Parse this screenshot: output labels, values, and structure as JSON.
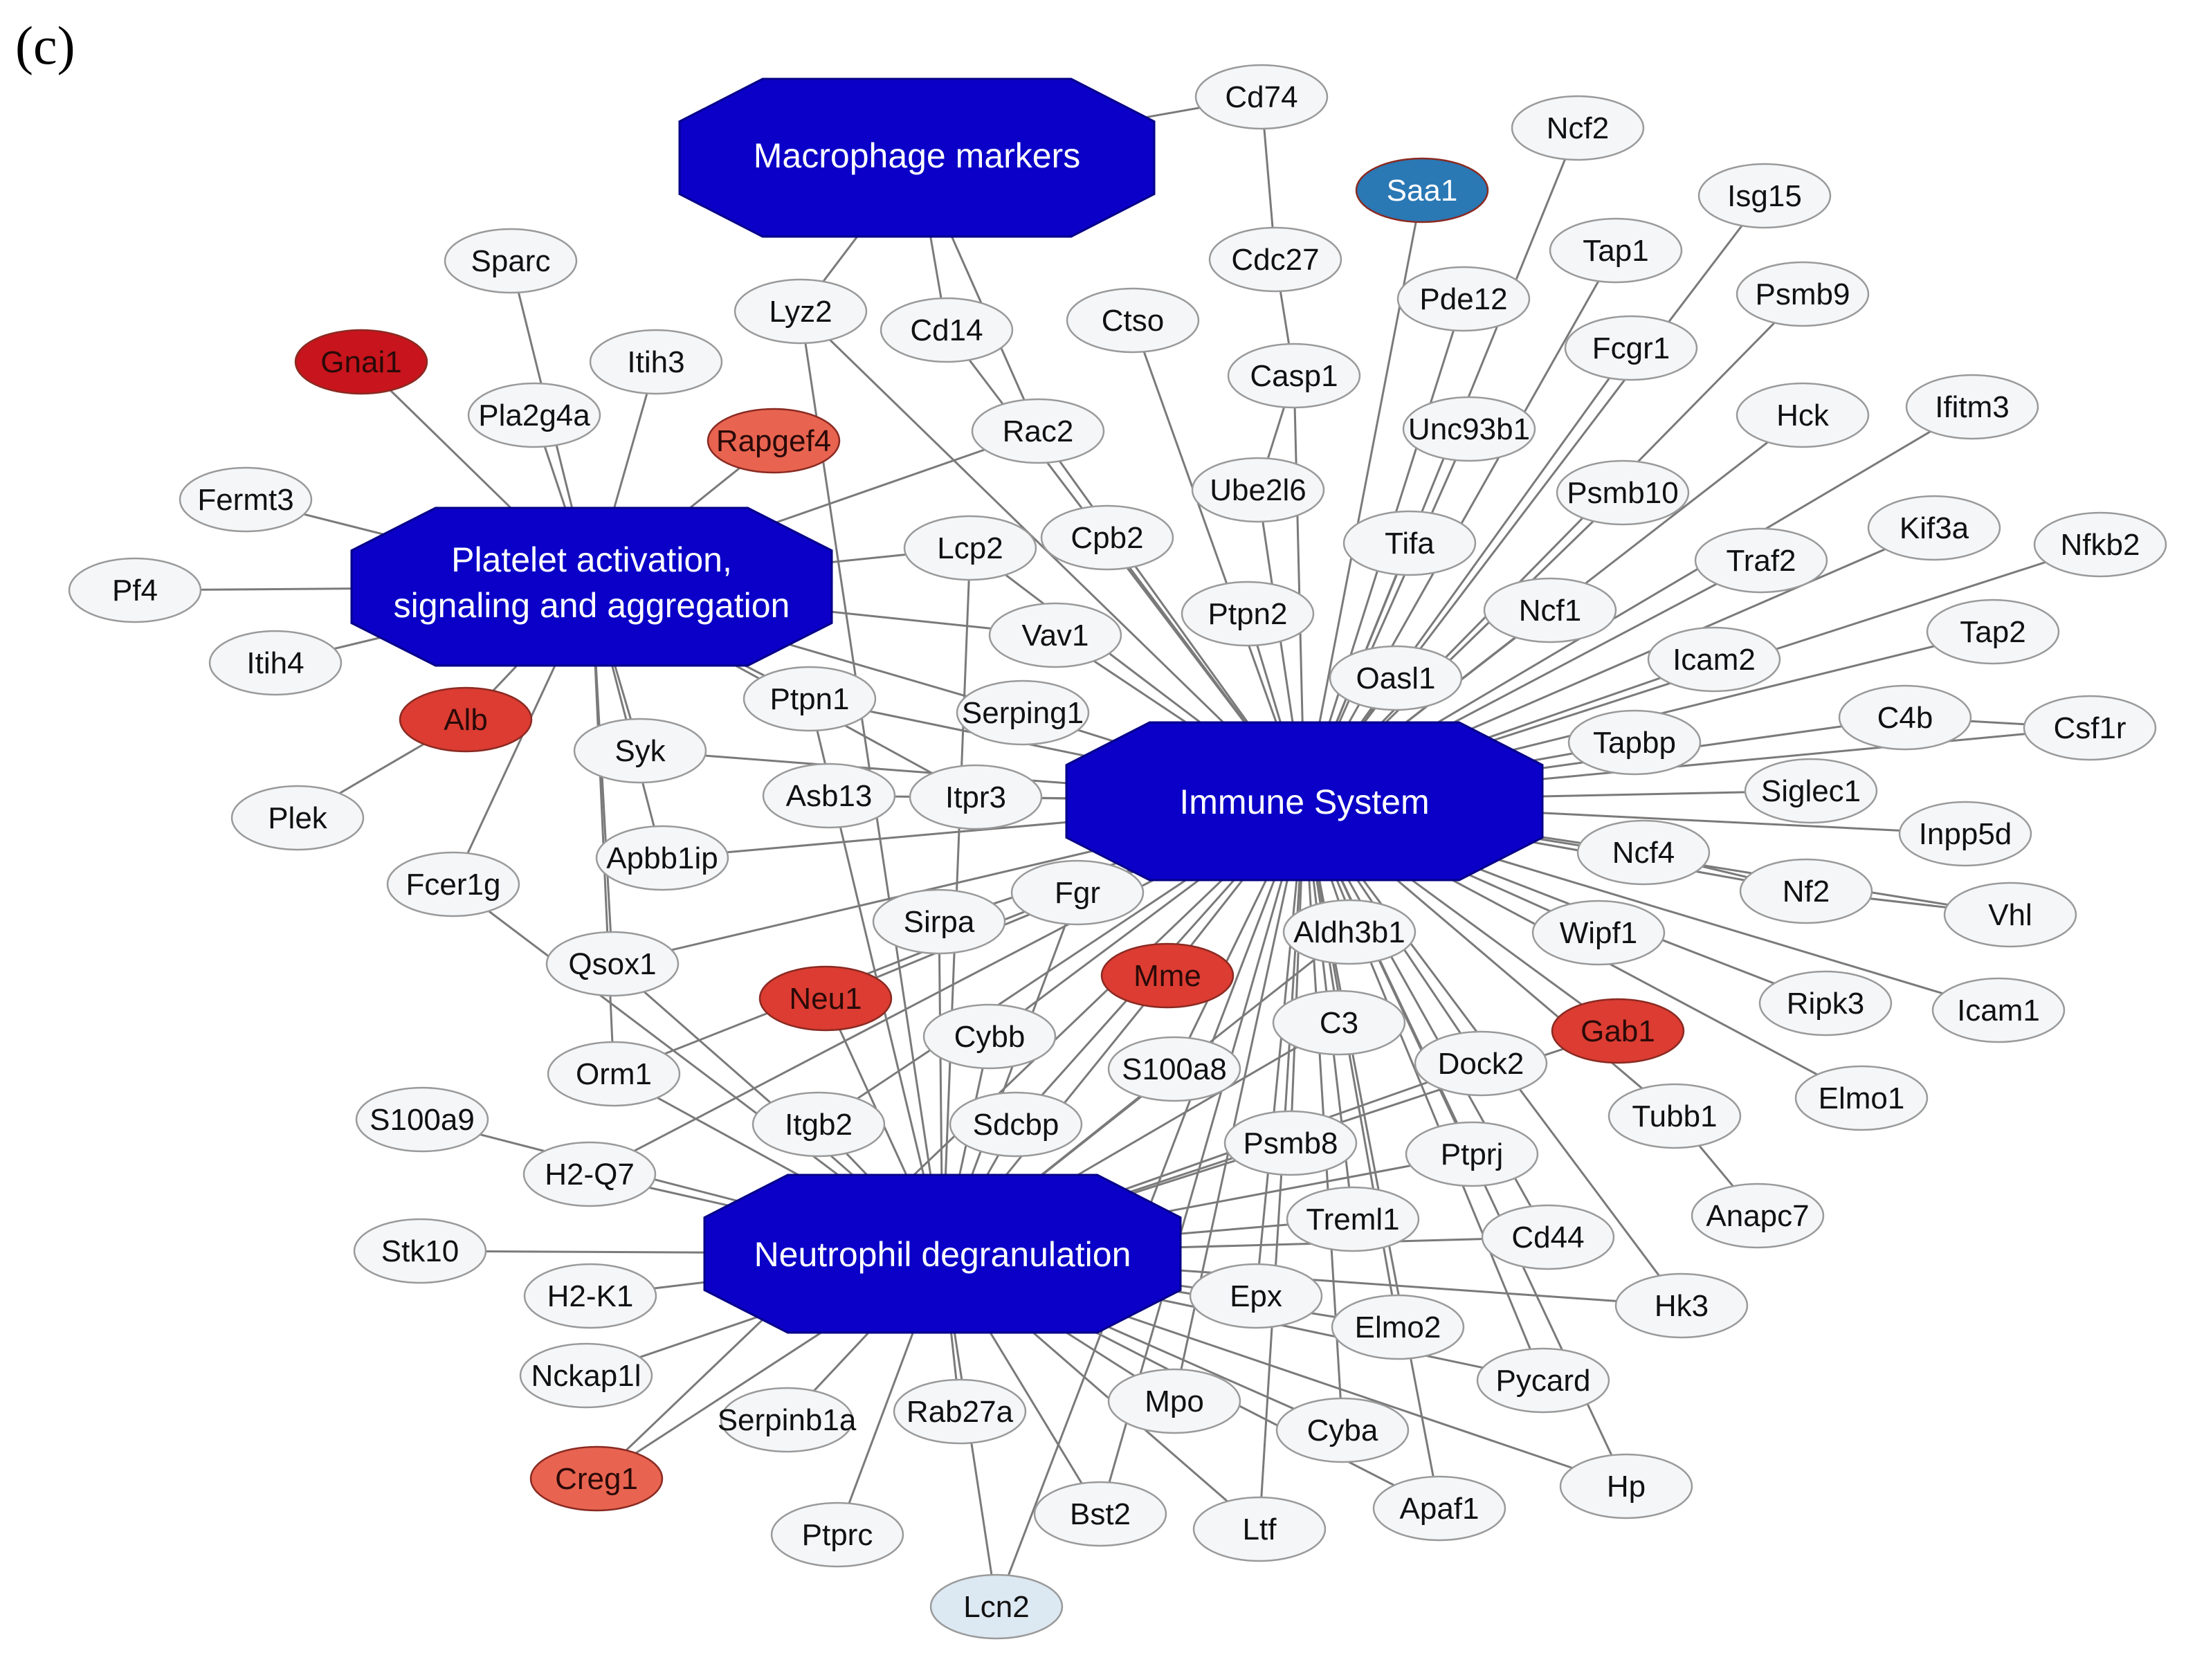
{
  "panel_label": "(c)",
  "colors": {
    "hub_fill": "#0a00c8",
    "hub_text": "#ffffff",
    "edge": "#7a7a7a",
    "node_default": "#f4f6f8",
    "node_border": "#9a9a9a",
    "dark_red": "#c8141c",
    "red": "#dc3c32",
    "salmon": "#e86450",
    "steel_blue": "#2a78b4",
    "light_blue": "#dce8f2"
  },
  "hubs": [
    {
      "id": "macro",
      "label": "Macrophage markers"
    },
    {
      "id": "platelet",
      "label": "Platelet activation, signaling and aggregation"
    },
    {
      "id": "immune",
      "label": "Immune System"
    },
    {
      "id": "neutro",
      "label": "Neutrophil degranulation"
    }
  ],
  "genes": [
    {
      "id": "Cd74",
      "label": "Cd74",
      "color": "default"
    },
    {
      "id": "Ncf2",
      "label": "Ncf2",
      "color": "default"
    },
    {
      "id": "Saa1",
      "label": "Saa1",
      "color": "steel_blue"
    },
    {
      "id": "Isg15",
      "label": "Isg15",
      "color": "default"
    },
    {
      "id": "Tap1",
      "label": "Tap1",
      "color": "default"
    },
    {
      "id": "Cdc27",
      "label": "Cdc27",
      "color": "default"
    },
    {
      "id": "Pde12",
      "label": "Pde12",
      "color": "default"
    },
    {
      "id": "Psmb9",
      "label": "Psmb9",
      "color": "default"
    },
    {
      "id": "Sparc",
      "label": "Sparc",
      "color": "default"
    },
    {
      "id": "Fcgr1",
      "label": "Fcgr1",
      "color": "default"
    },
    {
      "id": "Lyz2",
      "label": "Lyz2",
      "color": "default"
    },
    {
      "id": "Ctso",
      "label": "Ctso",
      "color": "default"
    },
    {
      "id": "Cd14",
      "label": "Cd14",
      "color": "default"
    },
    {
      "id": "Gnai1",
      "label": "Gnai1",
      "color": "dark_red"
    },
    {
      "id": "Itih3",
      "label": "Itih3",
      "color": "default"
    },
    {
      "id": "Casp1",
      "label": "Casp1",
      "color": "default"
    },
    {
      "id": "Hck",
      "label": "Hck",
      "color": "default"
    },
    {
      "id": "Ifitm3",
      "label": "Ifitm3",
      "color": "default"
    },
    {
      "id": "Pla2g4a",
      "label": "Pla2g4a",
      "color": "default"
    },
    {
      "id": "Unc93b1",
      "label": "Unc93b1",
      "color": "default"
    },
    {
      "id": "Rac2",
      "label": "Rac2",
      "color": "default"
    },
    {
      "id": "Rapgef4",
      "label": "Rapgef4",
      "color": "salmon"
    },
    {
      "id": "Psmb10",
      "label": "Psmb10",
      "color": "default"
    },
    {
      "id": "Ube2l6",
      "label": "Ube2l6",
      "color": "default"
    },
    {
      "id": "Fermt3",
      "label": "Fermt3",
      "color": "default"
    },
    {
      "id": "Kif3a",
      "label": "Kif3a",
      "color": "default"
    },
    {
      "id": "Nfkb2",
      "label": "Nfkb2",
      "color": "default"
    },
    {
      "id": "Cpb2",
      "label": "Cpb2",
      "color": "default"
    },
    {
      "id": "Lcp2",
      "label": "Lcp2",
      "color": "default"
    },
    {
      "id": "Tifa",
      "label": "Tifa",
      "color": "default"
    },
    {
      "id": "Traf2",
      "label": "Traf2",
      "color": "default"
    },
    {
      "id": "Pf4",
      "label": "Pf4",
      "color": "default"
    },
    {
      "id": "Ncf1",
      "label": "Ncf1",
      "color": "default"
    },
    {
      "id": "Ptpn2",
      "label": "Ptpn2",
      "color": "default"
    },
    {
      "id": "Tap2",
      "label": "Tap2",
      "color": "default"
    },
    {
      "id": "Vav1",
      "label": "Vav1",
      "color": "default"
    },
    {
      "id": "Icam2",
      "label": "Icam2",
      "color": "default"
    },
    {
      "id": "Itih4",
      "label": "Itih4",
      "color": "default"
    },
    {
      "id": "Oasl1",
      "label": "Oasl1",
      "color": "default"
    },
    {
      "id": "Ptpn1",
      "label": "Ptpn1",
      "color": "default"
    },
    {
      "id": "Serping1",
      "label": "Serping1",
      "color": "default"
    },
    {
      "id": "C4b",
      "label": "C4b",
      "color": "default"
    },
    {
      "id": "Csf1r",
      "label": "Csf1r",
      "color": "default"
    },
    {
      "id": "Alb",
      "label": "Alb",
      "color": "red"
    },
    {
      "id": "Tapbp",
      "label": "Tapbp",
      "color": "default"
    },
    {
      "id": "Syk",
      "label": "Syk",
      "color": "default"
    },
    {
      "id": "Siglec1",
      "label": "Siglec1",
      "color": "default"
    },
    {
      "id": "Asb13",
      "label": "Asb13",
      "color": "default"
    },
    {
      "id": "Itpr3",
      "label": "Itpr3",
      "color": "default"
    },
    {
      "id": "Plek",
      "label": "Plek",
      "color": "default"
    },
    {
      "id": "Inpp5d",
      "label": "Inpp5d",
      "color": "default"
    },
    {
      "id": "Apbb1ip",
      "label": "Apbb1ip",
      "color": "default"
    },
    {
      "id": "Fcer1g",
      "label": "Fcer1g",
      "color": "default"
    },
    {
      "id": "Ncf4",
      "label": "Ncf4",
      "color": "default"
    },
    {
      "id": "Fgr",
      "label": "Fgr",
      "color": "default"
    },
    {
      "id": "Nf2",
      "label": "Nf2",
      "color": "default"
    },
    {
      "id": "Vhl",
      "label": "Vhl",
      "color": "default"
    },
    {
      "id": "Sirpa",
      "label": "Sirpa",
      "color": "default"
    },
    {
      "id": "Aldh3b1",
      "label": "Aldh3b1",
      "color": "default"
    },
    {
      "id": "Wipf1",
      "label": "Wipf1",
      "color": "default"
    },
    {
      "id": "Qsox1",
      "label": "Qsox1",
      "color": "default"
    },
    {
      "id": "Mme",
      "label": "Mme",
      "color": "red"
    },
    {
      "id": "Neu1",
      "label": "Neu1",
      "color": "red"
    },
    {
      "id": "Ripk3",
      "label": "Ripk3",
      "color": "default"
    },
    {
      "id": "Icam1",
      "label": "Icam1",
      "color": "default"
    },
    {
      "id": "C3",
      "label": "C3",
      "color": "default"
    },
    {
      "id": "Gab1",
      "label": "Gab1",
      "color": "red"
    },
    {
      "id": "Cybb",
      "label": "Cybb",
      "color": "default"
    },
    {
      "id": "Dock2",
      "label": "Dock2",
      "color": "default"
    },
    {
      "id": "Orm1",
      "label": "Orm1",
      "color": "default"
    },
    {
      "id": "S100a8",
      "label": "S100a8",
      "color": "default"
    },
    {
      "id": "Elmo1",
      "label": "Elmo1",
      "color": "default"
    },
    {
      "id": "S100a9",
      "label": "S100a9",
      "color": "default"
    },
    {
      "id": "Itgb2",
      "label": "Itgb2",
      "color": "default"
    },
    {
      "id": "Sdcbp",
      "label": "Sdcbp",
      "color": "default"
    },
    {
      "id": "Tubb1",
      "label": "Tubb1",
      "color": "default"
    },
    {
      "id": "Psmb8",
      "label": "Psmb8",
      "color": "default"
    },
    {
      "id": "Ptprj",
      "label": "Ptprj",
      "color": "default"
    },
    {
      "id": "H2-Q7",
      "label": "H2-Q7",
      "color": "default"
    },
    {
      "id": "Anapc7",
      "label": "Anapc7",
      "color": "default"
    },
    {
      "id": "Treml1",
      "label": "Treml1",
      "color": "default"
    },
    {
      "id": "Stk10",
      "label": "Stk10",
      "color": "default"
    },
    {
      "id": "Cd44",
      "label": "Cd44",
      "color": "default"
    },
    {
      "id": "Epx",
      "label": "Epx",
      "color": "default"
    },
    {
      "id": "H2-K1",
      "label": "H2-K1",
      "color": "default"
    },
    {
      "id": "Hk3",
      "label": "Hk3",
      "color": "default"
    },
    {
      "id": "Elmo2",
      "label": "Elmo2",
      "color": "default"
    },
    {
      "id": "Nckap1l",
      "label": "Nckap1l",
      "color": "default"
    },
    {
      "id": "Pycard",
      "label": "Pycard",
      "color": "default"
    },
    {
      "id": "Rab27a",
      "label": "Rab27a",
      "color": "default"
    },
    {
      "id": "Mpo",
      "label": "Mpo",
      "color": "default"
    },
    {
      "id": "Serpinb1a",
      "label": "Serpinb1a",
      "color": "default"
    },
    {
      "id": "Cyba",
      "label": "Cyba",
      "color": "default"
    },
    {
      "id": "Creg1",
      "label": "Creg1",
      "color": "salmon"
    },
    {
      "id": "Hp",
      "label": "Hp",
      "color": "default"
    },
    {
      "id": "Apaf1",
      "label": "Apaf1",
      "color": "default"
    },
    {
      "id": "Bst2",
      "label": "Bst2",
      "color": "default"
    },
    {
      "id": "Ptprc",
      "label": "Ptprc",
      "color": "default"
    },
    {
      "id": "Ltf",
      "label": "Ltf",
      "color": "default"
    },
    {
      "id": "Lcn2",
      "label": "Lcn2",
      "color": "light_blue"
    }
  ],
  "edges": [
    [
      "macro",
      "Cd74"
    ],
    [
      "macro",
      "Lyz2"
    ],
    [
      "macro",
      "Cd14"
    ],
    [
      "macro",
      "Rac2"
    ],
    [
      "Cd74",
      "Cdc27"
    ],
    [
      "Cdc27",
      "Casp1"
    ],
    [
      "Casp1",
      "Ube2l6"
    ],
    [
      "platelet",
      "Sparc"
    ],
    [
      "platelet",
      "Gnai1"
    ],
    [
      "platelet",
      "Itih3"
    ],
    [
      "platelet",
      "Pla2g4a"
    ],
    [
      "platelet",
      "Fermt3"
    ],
    [
      "platelet",
      "Pf4"
    ],
    [
      "platelet",
      "Itih4"
    ],
    [
      "platelet",
      "Alb"
    ],
    [
      "platelet",
      "Rapgef4"
    ],
    [
      "platelet",
      "Lcp2"
    ],
    [
      "platelet",
      "Vav1"
    ],
    [
      "platelet",
      "Ptpn1"
    ],
    [
      "platelet",
      "Serping1"
    ],
    [
      "platelet",
      "Syk"
    ],
    [
      "platelet",
      "Apbb1ip"
    ],
    [
      "platelet",
      "Fcer1g"
    ],
    [
      "platelet",
      "Qsox1"
    ],
    [
      "platelet",
      "Rac2"
    ],
    [
      "platelet",
      "Itpr3"
    ],
    [
      "platelet",
      "Orm1"
    ],
    [
      "Alb",
      "Plek"
    ],
    [
      "immune",
      "Ncf2"
    ],
    [
      "immune",
      "Saa1"
    ],
    [
      "immune",
      "Isg15"
    ],
    [
      "immune",
      "Tap1"
    ],
    [
      "immune",
      "Pde12"
    ],
    [
      "immune",
      "Psmb9"
    ],
    [
      "immune",
      "Fcgr1"
    ],
    [
      "immune",
      "Ctso"
    ],
    [
      "immune",
      "Casp1"
    ],
    [
      "immune",
      "Hck"
    ],
    [
      "immune",
      "Ifitm3"
    ],
    [
      "immune",
      "Unc93b1"
    ],
    [
      "immune",
      "Psmb10"
    ],
    [
      "immune",
      "Ube2l6"
    ],
    [
      "immune",
      "Kif3a"
    ],
    [
      "immune",
      "Nfkb2"
    ],
    [
      "immune",
      "Cpb2"
    ],
    [
      "immune",
      "Lcp2"
    ],
    [
      "immune",
      "Tifa"
    ],
    [
      "immune",
      "Traf2"
    ],
    [
      "immune",
      "Ncf1"
    ],
    [
      "immune",
      "Ptpn2"
    ],
    [
      "immune",
      "Tap2"
    ],
    [
      "immune",
      "Vav1"
    ],
    [
      "immune",
      "Icam2"
    ],
    [
      "immune",
      "Oasl1"
    ],
    [
      "immune",
      "Serping1"
    ],
    [
      "immune",
      "C4b"
    ],
    [
      "immune",
      "Csf1r"
    ],
    [
      "immune",
      "Tapbp"
    ],
    [
      "immune",
      "Syk"
    ],
    [
      "immune",
      "Siglec1"
    ],
    [
      "immune",
      "Asb13"
    ],
    [
      "immune",
      "Itpr3"
    ],
    [
      "immune",
      "Inpp5d"
    ],
    [
      "immune",
      "Apbb1ip"
    ],
    [
      "immune",
      "Ncf4"
    ],
    [
      "immune",
      "Fgr"
    ],
    [
      "immune",
      "Nf2"
    ],
    [
      "immune",
      "Vhl"
    ],
    [
      "immune",
      "Sirpa"
    ],
    [
      "immune",
      "Aldh3b1"
    ],
    [
      "immune",
      "Wipf1"
    ],
    [
      "immune",
      "Qsox1"
    ],
    [
      "immune",
      "Mme"
    ],
    [
      "immune",
      "Neu1"
    ],
    [
      "immune",
      "Ripk3"
    ],
    [
      "immune",
      "Icam1"
    ],
    [
      "immune",
      "C3"
    ],
    [
      "immune",
      "Gab1"
    ],
    [
      "immune",
      "Cybb"
    ],
    [
      "immune",
      "Dock2"
    ],
    [
      "immune",
      "Orm1"
    ],
    [
      "immune",
      "S100a8"
    ],
    [
      "immune",
      "Elmo1"
    ],
    [
      "immune",
      "Itgb2"
    ],
    [
      "immune",
      "Sdcbp"
    ],
    [
      "immune",
      "Tubb1"
    ],
    [
      "immune",
      "Psmb8"
    ],
    [
      "immune",
      "Ptprj"
    ],
    [
      "immune",
      "H2-Q7"
    ],
    [
      "immune",
      "Treml1"
    ],
    [
      "immune",
      "Cd44"
    ],
    [
      "immune",
      "Epx"
    ],
    [
      "immune",
      "Hk3"
    ],
    [
      "immune",
      "Elmo2"
    ],
    [
      "immune",
      "Pycard"
    ],
    [
      "immune",
      "Mpo"
    ],
    [
      "immune",
      "Cyba"
    ],
    [
      "immune",
      "Hp"
    ],
    [
      "immune",
      "Apaf1"
    ],
    [
      "immune",
      "Ltf"
    ],
    [
      "immune",
      "Lyz2"
    ],
    [
      "immune",
      "Cd14"
    ],
    [
      "immune",
      "Rac2"
    ],
    [
      "immune",
      "Ptpn1"
    ],
    [
      "immune",
      "Creg1"
    ],
    [
      "immune",
      "Lcn2"
    ],
    [
      "immune",
      "Bst2"
    ],
    [
      "Tubb1",
      "Anapc7"
    ],
    [
      "C4b",
      "Csf1r"
    ],
    [
      "Ncf4",
      "Nf2"
    ],
    [
      "Nf2",
      "Vhl"
    ],
    [
      "neutro",
      "S100a9"
    ],
    [
      "neutro",
      "H2-Q7"
    ],
    [
      "neutro",
      "Stk10"
    ],
    [
      "neutro",
      "H2-K1"
    ],
    [
      "neutro",
      "Nckap1l"
    ],
    [
      "neutro",
      "Serpinb1a"
    ],
    [
      "neutro",
      "Creg1"
    ],
    [
      "neutro",
      "Rab27a"
    ],
    [
      "neutro",
      "Ptprc"
    ],
    [
      "neutro",
      "Lcn2"
    ],
    [
      "neutro",
      "Bst2"
    ],
    [
      "neutro",
      "Ltf"
    ],
    [
      "neutro",
      "Mpo"
    ],
    [
      "neutro",
      "Cyba"
    ],
    [
      "neutro",
      "Apaf1"
    ],
    [
      "neutro",
      "Hp"
    ],
    [
      "neutro",
      "Pycard"
    ],
    [
      "neutro",
      "Elmo2"
    ],
    [
      "neutro",
      "Hk3"
    ],
    [
      "neutro",
      "Epx"
    ],
    [
      "neutro",
      "Cd44"
    ],
    [
      "neutro",
      "Treml1"
    ],
    [
      "neutro",
      "Ptprj"
    ],
    [
      "neutro",
      "Psmb8"
    ],
    [
      "neutro",
      "Sdcbp"
    ],
    [
      "neutro",
      "Itgb2"
    ],
    [
      "neutro",
      "Cybb"
    ],
    [
      "neutro",
      "S100a8"
    ],
    [
      "neutro",
      "Mme"
    ],
    [
      "neutro",
      "Neu1"
    ],
    [
      "neutro",
      "Fgr"
    ],
    [
      "neutro",
      "Sirpa"
    ],
    [
      "neutro",
      "Orm1"
    ],
    [
      "neutro",
      "Qsox1"
    ],
    [
      "neutro",
      "Ptpn1"
    ],
    [
      "neutro",
      "Lcp2"
    ],
    [
      "neutro",
      "Lyz2"
    ],
    [
      "neutro",
      "C3"
    ],
    [
      "neutro",
      "Aldh3b1"
    ],
    [
      "neutro",
      "Fcer1g"
    ],
    [
      "neutro",
      "Dock2"
    ],
    [
      "neutro",
      "Gab1"
    ]
  ]
}
